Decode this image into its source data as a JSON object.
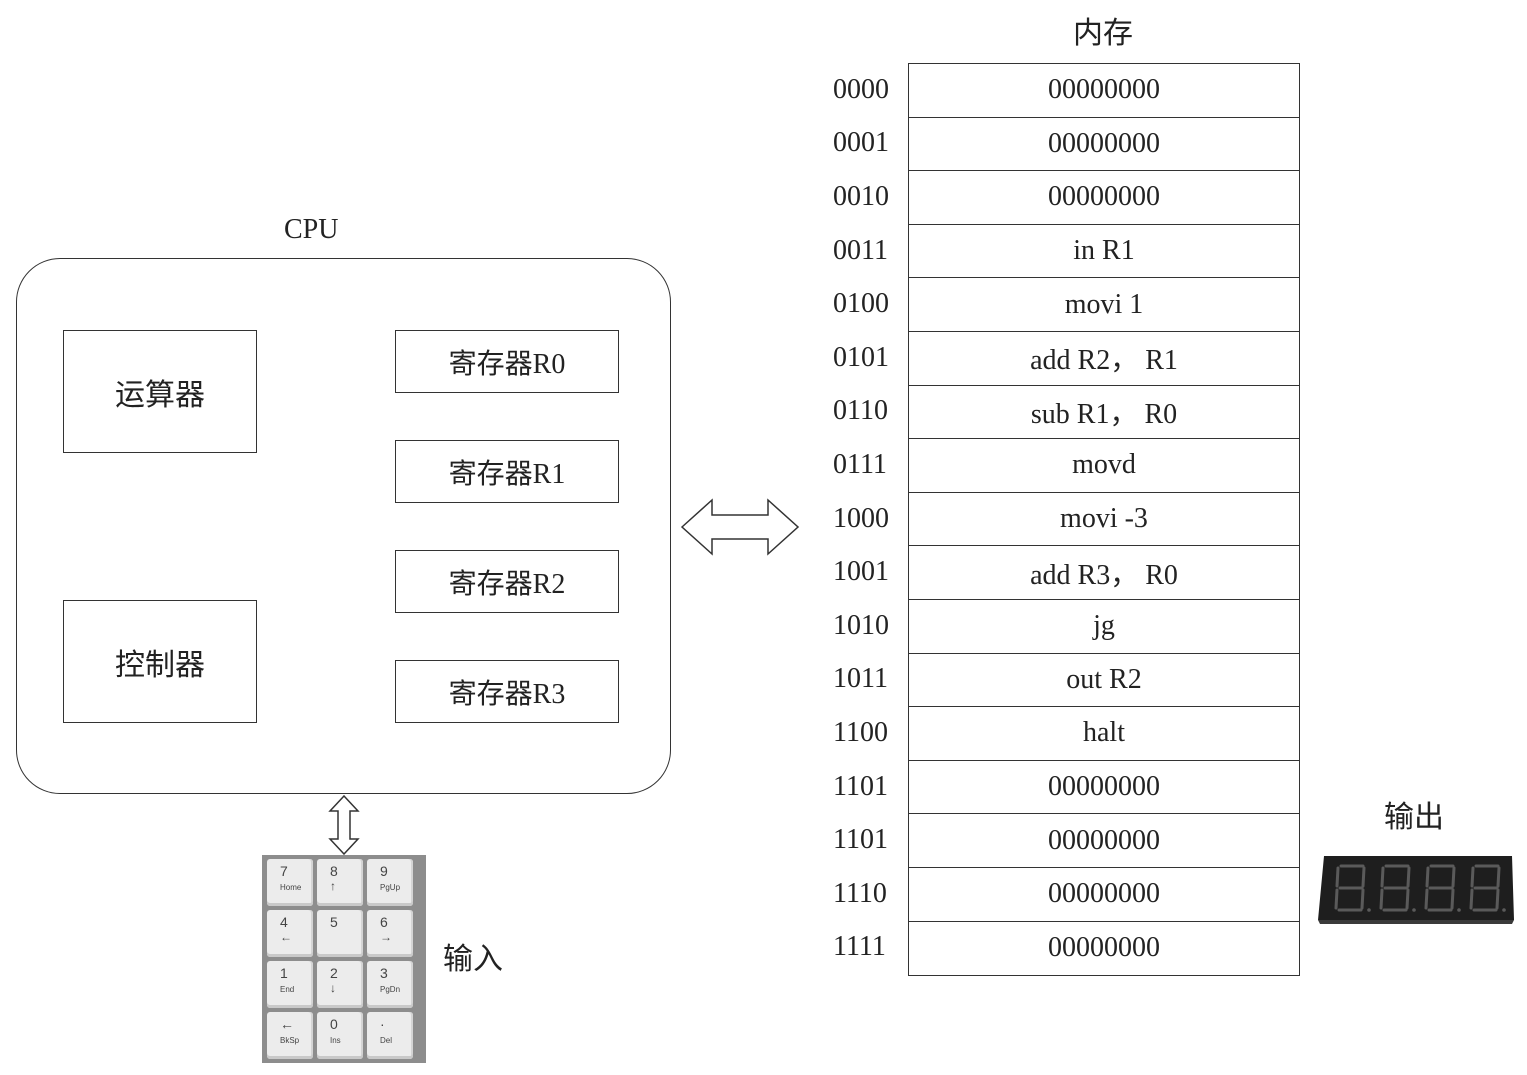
{
  "cpu": {
    "title": "CPU",
    "alu_label": "运算器",
    "control_unit_label": "控制器",
    "registers": [
      "寄存器R0",
      "寄存器R1",
      "寄存器R2",
      "寄存器R3"
    ]
  },
  "input": {
    "label": "输入",
    "keys": [
      {
        "main": "7",
        "sub": "Home"
      },
      {
        "main": "8",
        "sub": "↑"
      },
      {
        "main": "9",
        "sub": "PgUp"
      },
      {
        "main": "4",
        "sub": "←"
      },
      {
        "main": "5",
        "sub": ""
      },
      {
        "main": "6",
        "sub": "→"
      },
      {
        "main": "1",
        "sub": "End"
      },
      {
        "main": "2",
        "sub": "↓"
      },
      {
        "main": "3",
        "sub": "PgDn"
      },
      {
        "main": "←",
        "sub": "BkSp"
      },
      {
        "main": "0",
        "sub": "Ins"
      },
      {
        "main": "·",
        "sub": "Del"
      }
    ]
  },
  "memory": {
    "title": "内存",
    "rows": [
      {
        "address": "0000",
        "content": "00000000"
      },
      {
        "address": "0001",
        "content": "00000000"
      },
      {
        "address": "0010",
        "content": "00000000"
      },
      {
        "address": "0011",
        "content": "in R1"
      },
      {
        "address": "0100",
        "content": "movi 1"
      },
      {
        "address": "0101",
        "content": "add R2， R1"
      },
      {
        "address": "0110",
        "content": "sub R1， R0"
      },
      {
        "address": "0111",
        "content": "movd"
      },
      {
        "address": "1000",
        "content": "movi -3"
      },
      {
        "address": "1001",
        "content": "add R3， R0"
      },
      {
        "address": "1010",
        "content": "jg"
      },
      {
        "address": "1011",
        "content": "out R2"
      },
      {
        "address": "1100",
        "content": "halt"
      },
      {
        "address": "1101",
        "content": "00000000"
      },
      {
        "address": "1101",
        "content": "00000000"
      },
      {
        "address": "1110",
        "content": "00000000"
      },
      {
        "address": "1111",
        "content": "00000000"
      }
    ]
  },
  "output": {
    "label": "输出",
    "display_icon": "seven-segment-display-icon"
  },
  "colors": {
    "line": "#333333",
    "display_body": "#1e1e1e",
    "segment": "#5a5a5a"
  }
}
